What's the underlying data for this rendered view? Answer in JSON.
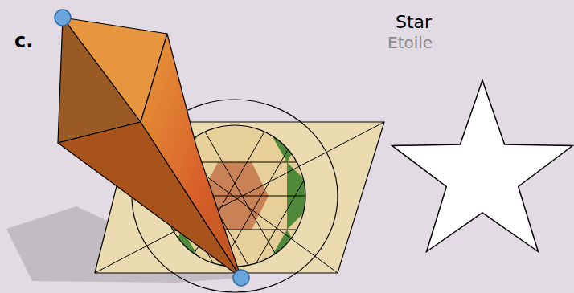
{
  "diagram": {
    "labels": [
      "c.",
      "Star",
      "Etoile"
    ]
  }
}
